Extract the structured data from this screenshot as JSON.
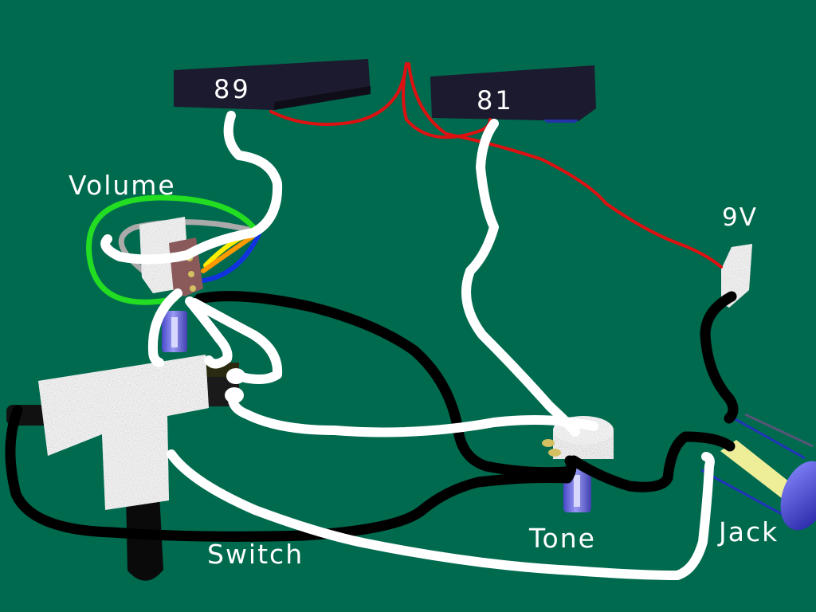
{
  "colors": {
    "background": "#006a4e",
    "wire_white": "#ffffff",
    "wire_black": "#000000",
    "wire_red": "#dd1111",
    "wire_green": "#22dd22",
    "wire_yellow": "#ffee00",
    "wire_orange": "#ff9900",
    "wire_blue": "#1133dd",
    "pickup_body": "#1c1a2e",
    "shaft_blue": "#6c6ce8"
  },
  "pickups": {
    "neck": {
      "label": "89"
    },
    "bridge": {
      "label": "81"
    }
  },
  "components": {
    "volume": {
      "label": "Volume"
    },
    "tone": {
      "label": "Tone"
    },
    "switch": {
      "label": "Switch"
    },
    "jack": {
      "label": "Jack"
    },
    "battery": {
      "label": "9V"
    }
  }
}
